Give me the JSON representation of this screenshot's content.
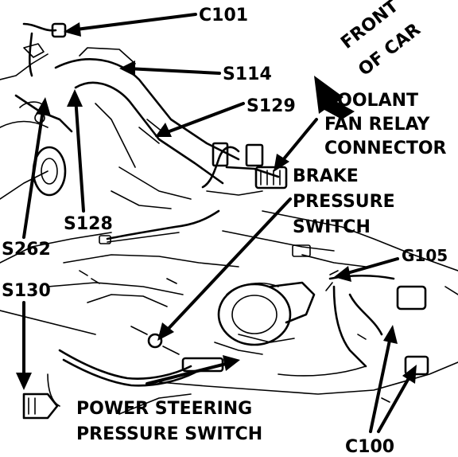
{
  "labels": {
    "c101": "C101",
    "s114": "S114",
    "s129": "S129",
    "coolant_line1": "COOLANT",
    "coolant_line2": "FAN RELAY",
    "coolant_line3": "CONNECTOR",
    "brake_line1": "BRAKE",
    "brake_line2": "PRESSURE",
    "brake_line3": "SWITCH",
    "s128": "S128",
    "s262": "S262",
    "s130": "S130",
    "g105": "G105",
    "ps_line1": "POWER STEERING",
    "ps_line2": "PRESSURE SWITCH",
    "c100": "C100",
    "front_line1": "FRONT",
    "front_line2": "OF CAR"
  },
  "colors": {
    "ink": "#000000",
    "paper": "#ffffff"
  }
}
